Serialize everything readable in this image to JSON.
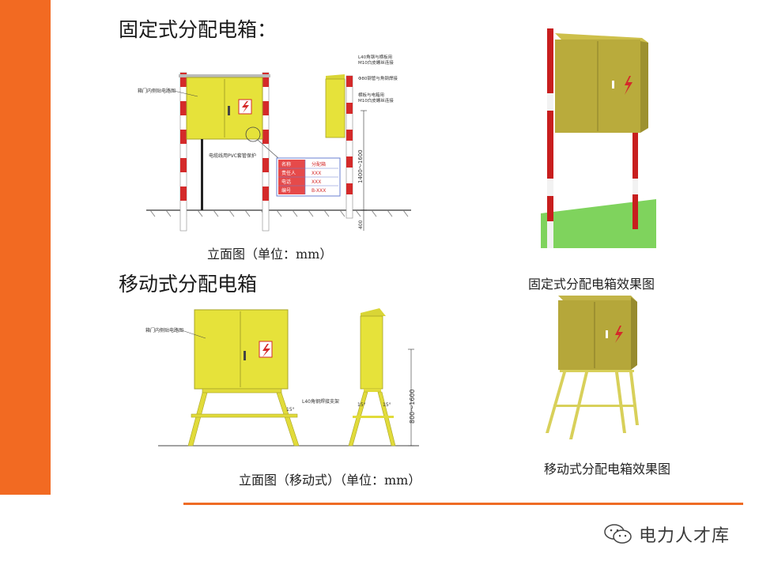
{
  "titles": {
    "fixed": "固定式分配电箱：",
    "mobile": "移动式分配电箱"
  },
  "captions": {
    "fixed_elevation": "立面图（单位：mm）",
    "fixed_render": "固定式分配电箱效果图",
    "mobile_elevation": "立面图（移动式）（单位：mm）",
    "mobile_render": "移动式分配电箱效果图"
  },
  "fixed_drawing": {
    "label_door": "箱门内侧贴电路图",
    "label_cable": "电缆线用PVC套管保护",
    "note_1a": "L40角钢与横板用",
    "note_1b": "M10白皮螺丝连接",
    "note_2": "Φ80钢管与角钢焊接",
    "note_3a": "横板与电箱用",
    "note_3b": "M10白皮螺丝连接",
    "dim_height": "1400～1600",
    "dim_base": "400",
    "info_rows": [
      [
        "名称",
        "分配箱"
      ],
      [
        "责任人",
        "XXX"
      ],
      [
        "电话",
        "XXX"
      ],
      [
        "编号",
        "B-XXX"
      ]
    ]
  },
  "mobile_drawing": {
    "label_door": "箱门内侧贴电路图",
    "label_brace": "L40角钢焊接支架",
    "angle_1": "15°",
    "angle_2": "15°",
    "angle_3": "15°",
    "dim_height": "800～1600"
  },
  "watermark": {
    "text": "电力人才库",
    "icon": "wechat-icon"
  },
  "colors": {
    "accent_orange": "#f26a22",
    "box_yellow": "#e6e23a",
    "pole_red": "#d42a2a",
    "render_olive": "#b3a435"
  }
}
